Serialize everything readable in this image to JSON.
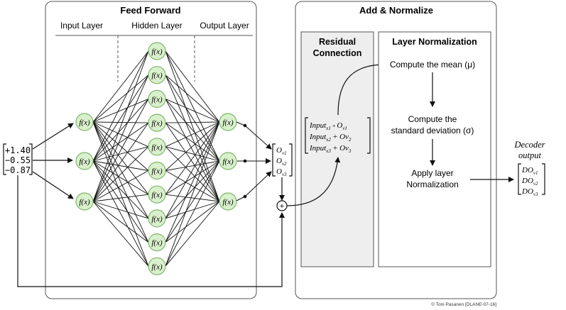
{
  "feed_forward": {
    "title": "Feed Forward",
    "col_input": "Input Layer",
    "col_hidden": "Hidden Layer",
    "col_output": "Output Layer",
    "neuron_label": "f(x)",
    "input_count": 3,
    "hidden_count": 10,
    "output_count": 3
  },
  "input_vector": [
    "+1.40",
    "−0.55",
    "−0.87"
  ],
  "output_vector": [
    {
      "base": "O",
      "sub": "v1"
    },
    {
      "base": "O",
      "sub": "v2"
    },
    {
      "base": "O",
      "sub": "v3"
    }
  ],
  "plus_symbol": "+",
  "add_normalize": {
    "title": "Add & Normalize",
    "residual_title_line1": "Residual",
    "residual_title_line2": "Connection",
    "residual_rows": [
      {
        "a": "Input",
        "a_sub": "x1",
        "op": "+",
        "b": "O",
        "b_sub": "v1"
      },
      {
        "a": "Input",
        "a_sub": "x2",
        "op": "+",
        "b": "Ov",
        "b_sub": "2"
      },
      {
        "a": "Input",
        "a_sub": "x3",
        "op": "+",
        "b": "Ov",
        "b_sub": "3"
      }
    ],
    "layer_norm_title": "Layer Normalization",
    "step1": "Compute the mean (μ)",
    "step2_line1": "Compute the",
    "step2_line2": "standard deviation (σ)",
    "step3_line1": "Apply layer",
    "step3_line2": "Normalization"
  },
  "decoder": {
    "title_line1": "Decoder",
    "title_line2": "output",
    "rows": [
      {
        "base": "DO",
        "sub": "v1"
      },
      {
        "base": "DO",
        "sub": "v2"
      },
      {
        "base": "DO",
        "sub": "v3"
      }
    ]
  },
  "copyright": "© Toni Pasanen [DLANE-07-16]",
  "colors": {
    "neuron_fill": "#d8f0cc",
    "neuron_stroke": "#7fb86b",
    "residual_fill": "#eeeeee",
    "box_stroke": "#555555",
    "line": "#111111"
  }
}
